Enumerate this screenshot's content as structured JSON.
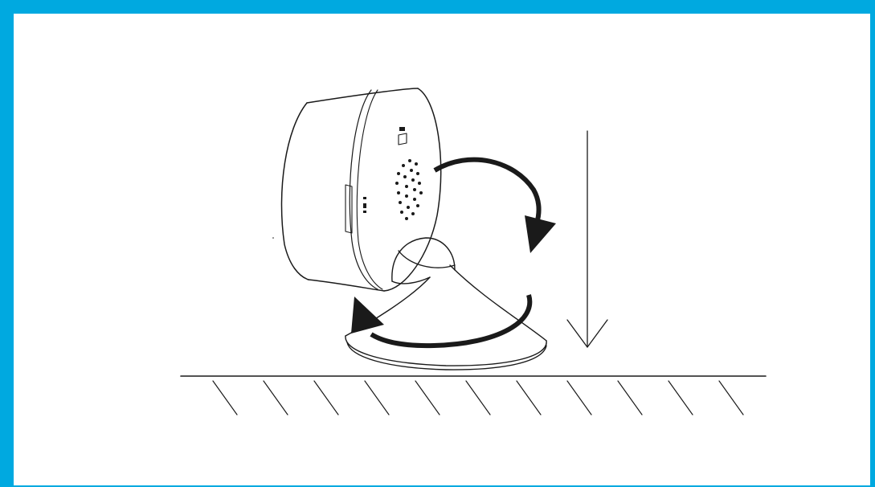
{
  "frame": {
    "border_color": "#00a9e0",
    "background": "#ffffff"
  },
  "diagram": {
    "ink_color": "#1a1a1a",
    "subject": "dome-camera-on-magnetic-base",
    "gestures": [
      "rotate-down-clockwise",
      "rotate-base-counterclockwise",
      "press-down-onto-surface"
    ]
  }
}
